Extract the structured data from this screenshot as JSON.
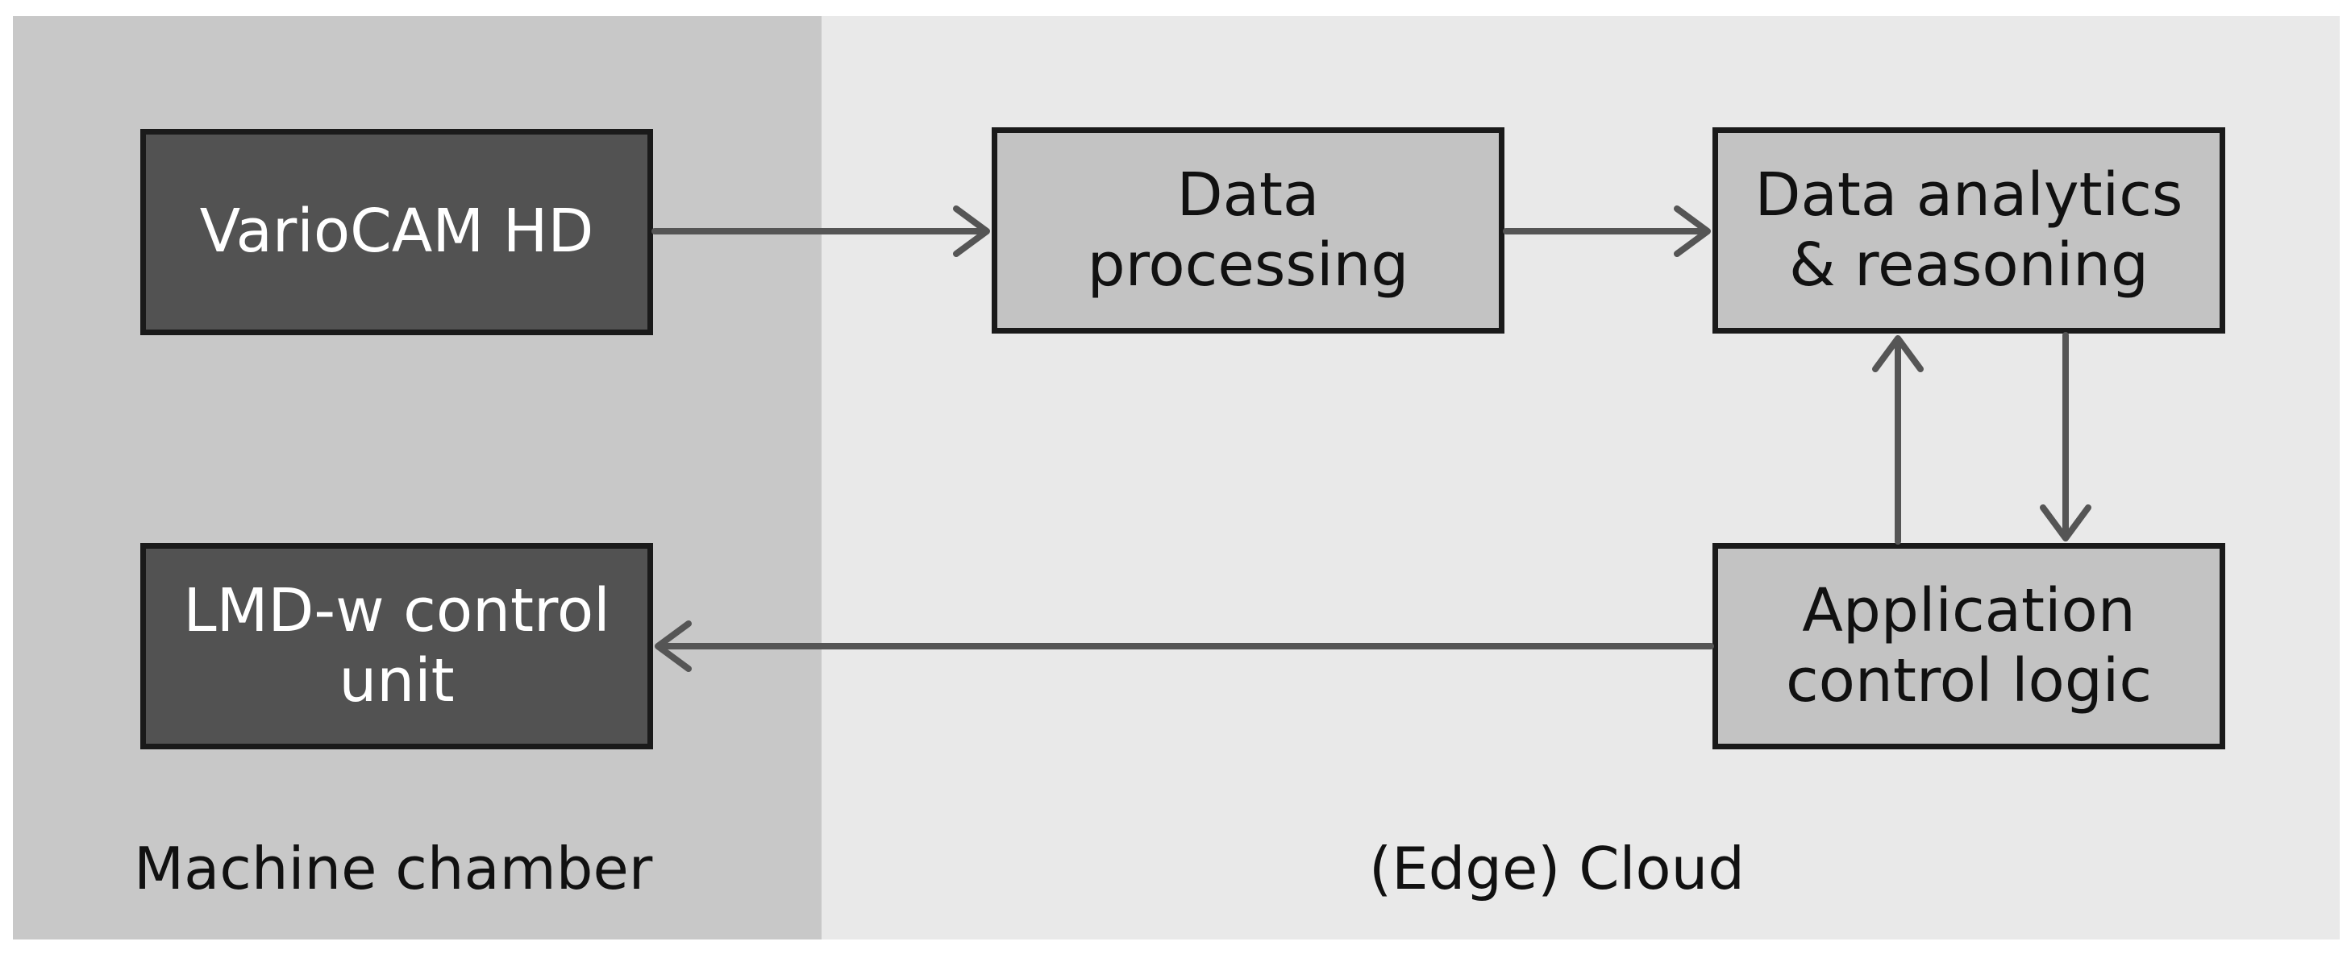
{
  "zones": {
    "machine_chamber": "Machine chamber",
    "edge_cloud": "(Edge) Cloud"
  },
  "nodes": {
    "variocam": [
      "VarioCAM HD"
    ],
    "data_processing": [
      "Data",
      "processing"
    ],
    "data_analytics": [
      "Data analytics",
      "& reasoning"
    ],
    "app_control": [
      "Application",
      "control logic"
    ],
    "lmd_control": [
      "LMD-w control",
      "unit"
    ]
  },
  "edges": [
    {
      "from": "variocam",
      "to": "data_processing"
    },
    {
      "from": "data_processing",
      "to": "data_analytics"
    },
    {
      "from": "data_analytics",
      "to": "app_control"
    },
    {
      "from": "app_control",
      "to": "data_analytics"
    },
    {
      "from": "app_control",
      "to": "lmd_control"
    }
  ],
  "colors": {
    "machine_zone": "#c8c8c8",
    "cloud_zone": "#e9e9e9",
    "dark_box": "#525252",
    "light_box": "#c3c3c3",
    "arrow": "#555555",
    "border": "#1a1a1a"
  }
}
